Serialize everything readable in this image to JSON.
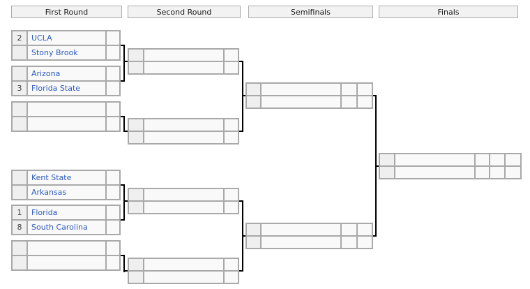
{
  "colors": {
    "team_link": "#2d5bbd",
    "seed_text": "#404040",
    "cell_bg": "#f9f9f9",
    "seed_cell_bg": "#efefef",
    "table_border": "#a9a9a9",
    "connector": "#000000",
    "header_bg": "#f2f2f2"
  },
  "rounds": [
    {
      "label": "First Round",
      "matches": [
        {
          "top": {
            "seed": "2",
            "name": "UCLA",
            "scores": [
              ""
            ]
          },
          "bottom": {
            "seed": "",
            "name": "Stony Brook",
            "scores": [
              ""
            ]
          }
        },
        {
          "top": {
            "seed": "",
            "name": "Arizona",
            "scores": [
              ""
            ]
          },
          "bottom": {
            "seed": "3",
            "name": "Florida State",
            "scores": [
              ""
            ]
          }
        },
        {
          "top": {
            "seed": "",
            "name": "",
            "scores": [
              ""
            ]
          },
          "bottom": {
            "seed": "",
            "name": "",
            "scores": [
              ""
            ]
          }
        },
        {
          "top": {
            "seed": "",
            "name": "Kent State",
            "scores": [
              ""
            ]
          },
          "bottom": {
            "seed": "",
            "name": "Arkansas",
            "scores": [
              ""
            ]
          }
        },
        {
          "top": {
            "seed": "1",
            "name": "Florida",
            "scores": [
              ""
            ]
          },
          "bottom": {
            "seed": "8",
            "name": "South Carolina",
            "scores": [
              ""
            ]
          }
        },
        {
          "top": {
            "seed": "",
            "name": "",
            "scores": [
              ""
            ]
          },
          "bottom": {
            "seed": "",
            "name": "",
            "scores": [
              ""
            ]
          }
        }
      ]
    },
    {
      "label": "Second Round",
      "matches": [
        {
          "top": {
            "seed": "",
            "name": "",
            "scores": [
              ""
            ]
          },
          "bottom": {
            "seed": "",
            "name": "",
            "scores": [
              ""
            ]
          }
        },
        {
          "top": {
            "seed": "",
            "name": "",
            "scores": [
              ""
            ]
          },
          "bottom": {
            "seed": "",
            "name": "",
            "scores": [
              ""
            ]
          }
        },
        {
          "top": {
            "seed": "",
            "name": "",
            "scores": [
              ""
            ]
          },
          "bottom": {
            "seed": "",
            "name": "",
            "scores": [
              ""
            ]
          }
        },
        {
          "top": {
            "seed": "",
            "name": "",
            "scores": [
              ""
            ]
          },
          "bottom": {
            "seed": "",
            "name": "",
            "scores": [
              ""
            ]
          }
        }
      ]
    },
    {
      "label": "Semifinals",
      "matches": [
        {
          "top": {
            "seed": "",
            "name": "",
            "scores": [
              "",
              ""
            ]
          },
          "bottom": {
            "seed": "",
            "name": "",
            "scores": [
              "",
              ""
            ]
          }
        },
        {
          "top": {
            "seed": "",
            "name": "",
            "scores": [
              "",
              ""
            ]
          },
          "bottom": {
            "seed": "",
            "name": "",
            "scores": [
              "",
              ""
            ]
          }
        }
      ]
    },
    {
      "label": "Finals",
      "matches": [
        {
          "top": {
            "seed": "",
            "name": "",
            "scores": [
              "",
              "",
              ""
            ]
          },
          "bottom": {
            "seed": "",
            "name": "",
            "scores": [
              "",
              "",
              ""
            ]
          }
        }
      ]
    }
  ]
}
